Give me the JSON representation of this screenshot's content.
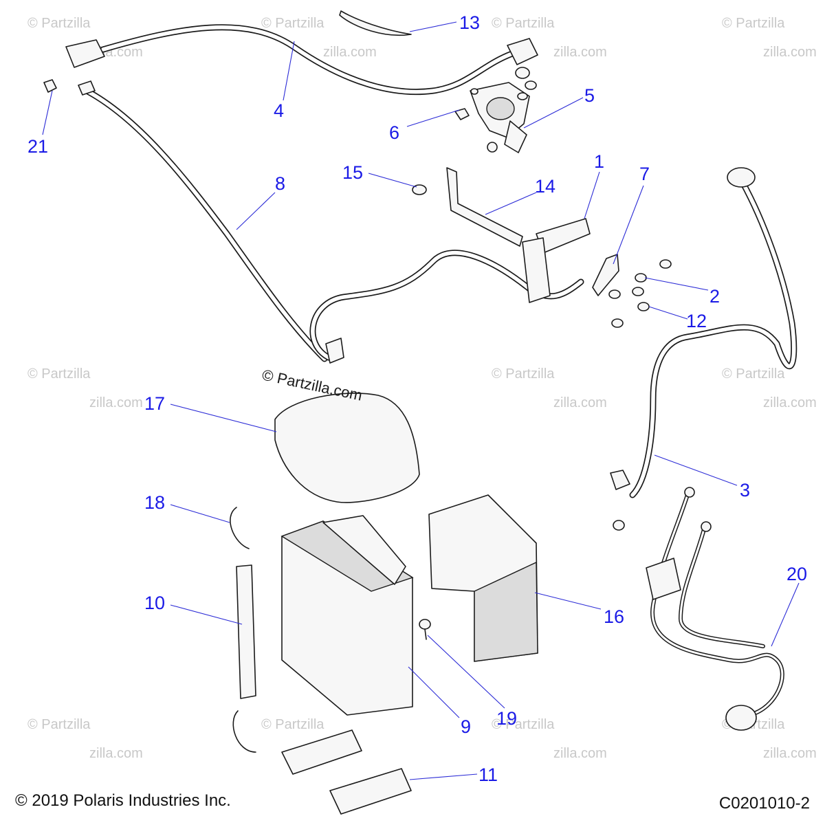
{
  "callouts": [
    {
      "id": "1",
      "label": "1"
    },
    {
      "id": "2",
      "label": "2"
    },
    {
      "id": "3",
      "label": "3"
    },
    {
      "id": "4",
      "label": "4"
    },
    {
      "id": "5",
      "label": "5"
    },
    {
      "id": "6",
      "label": "6"
    },
    {
      "id": "7",
      "label": "7"
    },
    {
      "id": "8",
      "label": "8"
    },
    {
      "id": "9",
      "label": "9"
    },
    {
      "id": "10",
      "label": "10"
    },
    {
      "id": "11",
      "label": "11"
    },
    {
      "id": "12",
      "label": "12"
    },
    {
      "id": "13",
      "label": "13"
    },
    {
      "id": "14",
      "label": "14"
    },
    {
      "id": "15",
      "label": "15"
    },
    {
      "id": "16",
      "label": "16"
    },
    {
      "id": "17",
      "label": "17"
    },
    {
      "id": "18",
      "label": "18"
    },
    {
      "id": "19",
      "label": "19"
    },
    {
      "id": "20",
      "label": "20"
    },
    {
      "id": "21",
      "label": "21"
    }
  ],
  "watermark": {
    "center": "© Partzilla.com",
    "tile_line1": "© Partzilla",
    "tile_line2": "zilla.com"
  },
  "footer": {
    "copyright": "© 2019 Polaris Industries Inc.",
    "diagram_code": "C0201010-2"
  },
  "colors": {
    "callout": "#1a1ae6",
    "leader": "#2b2bd6",
    "line_art": "#1a1a1a",
    "watermark": "#c8c8c8"
  }
}
